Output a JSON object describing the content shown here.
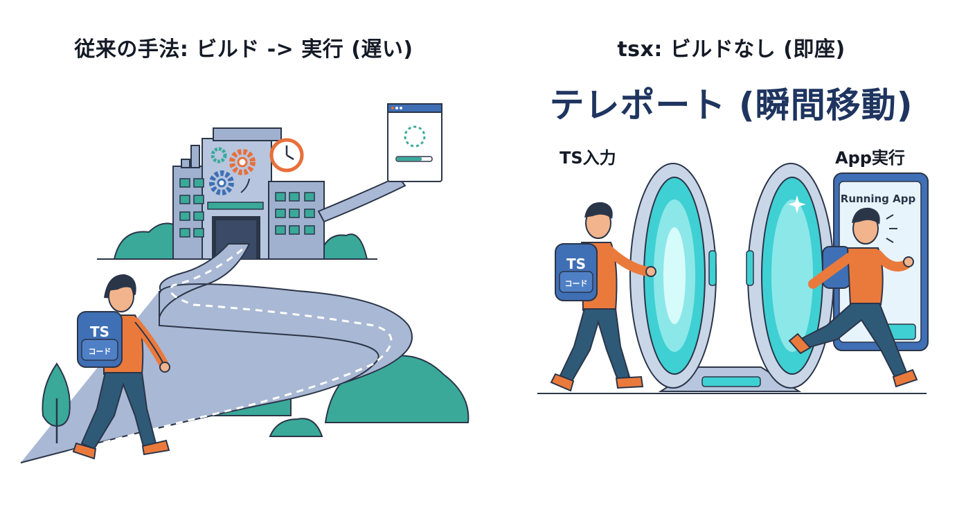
{
  "left": {
    "heading": "従来の手法: ビルド -> 実行 (遅い)",
    "backpack": {
      "line1": "TS",
      "line2": "コード"
    }
  },
  "right": {
    "heading": "tsx: ビルドなし (即座)",
    "title": "テレポート (瞬間移動)",
    "input_label": "TS入力",
    "output_label": "App実行",
    "app_screen_label": "Running App",
    "backpack": {
      "line1": "TS",
      "line2": "コード"
    }
  },
  "colors": {
    "outline": "#2b3548",
    "road": "#a9b8d4",
    "building": "#9fb1cf",
    "teal": "#3aa99a",
    "gear_orange": "#e86f3a",
    "gear_blue": "#3f6fb5",
    "shirt": "#ea7a3c",
    "pants": "#2e5a78",
    "backpack": "#3f6fb5",
    "portal": "#3fd0d3",
    "title_navy": "#1f3560"
  }
}
